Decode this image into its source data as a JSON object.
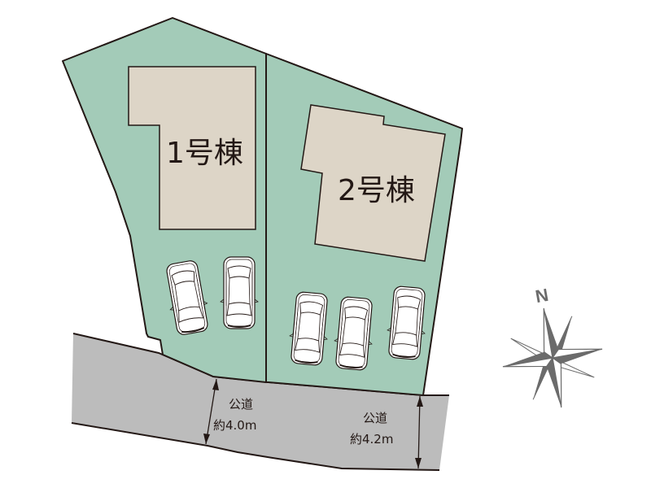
{
  "colors": {
    "lot_fill": "#a3cbb8",
    "house_fill": "#ddd5c7",
    "road_fill": "#bcbcbc",
    "outline": "#231815",
    "compass": "#6b6b6b",
    "car_fill": "#ffffff"
  },
  "lots": [
    {
      "id": "lot-1",
      "house_label": "1号棟",
      "parking_spaces": 2
    },
    {
      "id": "lot-2",
      "house_label": "2号棟",
      "parking_spaces": 3
    }
  ],
  "roads": [
    {
      "line1": "公道",
      "line2": "約4.0m"
    },
    {
      "line1": "公道",
      "line2": "約4.2m"
    }
  ],
  "compass": {
    "label": "N",
    "icon": "compass-rose-icon"
  }
}
